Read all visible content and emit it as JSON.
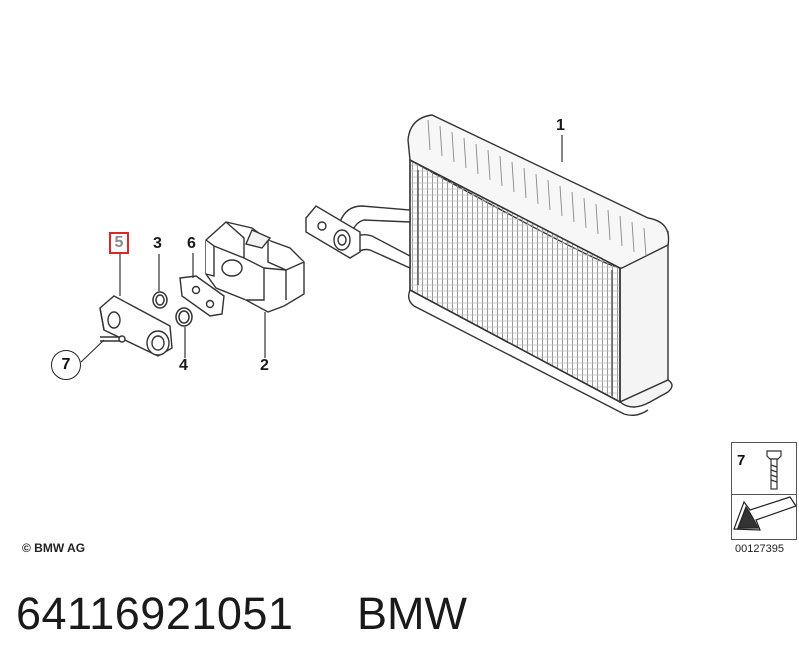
{
  "callouts": {
    "c1": "1",
    "c2": "2",
    "c3": "3",
    "c4": "4",
    "c5": "5",
    "c6": "6",
    "c7": "7"
  },
  "highlight_color": "#d9262b",
  "copyright": "© BMW AG",
  "legend": {
    "number": "7",
    "icon": "bolt-icon",
    "arrow": "direction-arrow-icon"
  },
  "drawing_id": "00127395",
  "footer": {
    "part_number": "64116921051",
    "brand": "BMW"
  }
}
